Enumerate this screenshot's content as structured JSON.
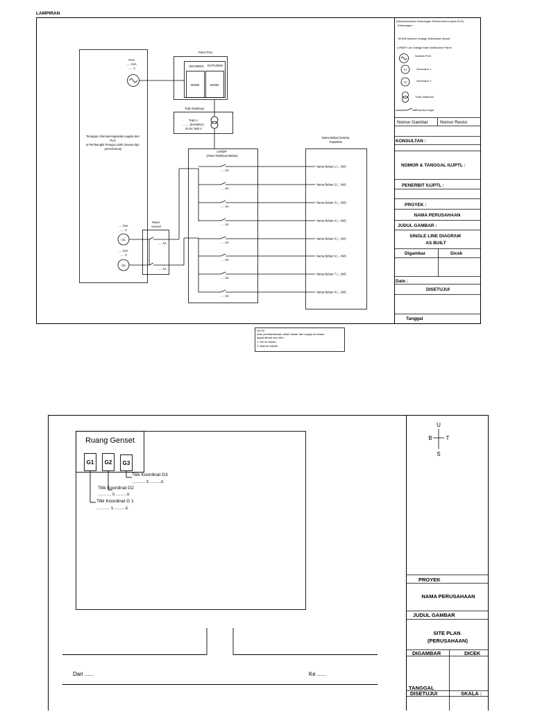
{
  "page1": {
    "heading": "LAMPIRAN",
    "info_box": [
      "Tentagan informasi kapasitas supplai dari",
      "PLN",
      "& Pembangkit Tenaga Listrik (Sesuai dgn",
      "permohonan)"
    ],
    "pln_label": [
      "PLN",
      "..... kVA",
      "..... V"
    ],
    "panel_pln_title": "Panel PLN",
    "incoming": "INCOMING",
    "outgoing": "OUTGOING",
    "mvdb": "MVDB",
    "trafo_title": "Trafo Distribusi",
    "trafo_lines": [
      "Trafo 1",
      "........ (kVA/MVA)",
      "20 kV /380 V"
    ],
    "lvmdp_lines": [
      "LVMDP",
      "(Panel Distribusi Beban)"
    ],
    "load_header": [
      "Nama Beban beserta",
      "kapasitas"
    ],
    "loads": [
      "Nama Beban 1 (... kW)",
      "Nama Beban 2 (... kW)",
      "Nama Beban 3 (... kW)",
      "Nama Beban 4 (... kW)",
      "Nama Beban 5 (... kW)",
      "Nama Beban 6 (... kW)",
      "Nama Beban 7 (... kW)",
      "Nama Beban 8 (... kW)"
    ],
    "breaker": "..... kA",
    "panel_genset": [
      "Panel",
      "Genset"
    ],
    "gen_rating": [
      "..... kVA",
      "..... V"
    ],
    "g1": "G1",
    "g2": "G2",
    "legend_header": [
      "(Mencantumkan Keterangan Simbol-simbol pada SLD)",
      "Keterangan :"
    ],
    "legend_mvdb": "MVDB   Medium Voltage Distribution Board",
    "legend_lvmdp": "LVMDP   Low Voltage Main Distribution Panel",
    "legend_items": [
      "Sumber PLN",
      "Generator 1",
      "Generator 2",
      "Trafo Distribusi",
      "Pemutus Daya"
    ],
    "nomor_gambar": "Nomor Gambar",
    "nomor_revisi": "Nomor Revisi",
    "konsultan": "KONSULTAN :",
    "nomor_tanggal": "NOMOR & TANGGAL IUJPTL :",
    "penerbit": "PENERBIT IUJPTL :",
    "proyek": "PROYEK :",
    "nama_perusahaan": "NAMA PERUSAHAAN",
    "judul_gambar": "JUDUL GAMBAR :",
    "judul_value": [
      "SINGLE LINE DIAGRAM",
      "AS BUILT"
    ],
    "digambar": "Digambar",
    "dicek": "Dicek",
    "date": "Date :",
    "disetujui": "DISETUJUI",
    "tanggal": "Tanggal",
    "note": [
      "NOTE:",
      "Arah pendistribusian aliran beban dari supply ke beban",
      "dapat dibuat dari oleh :",
      "1. Kiri ke kanan",
      "2. Atas ke bawah"
    ]
  },
  "page2": {
    "room_title": "Ruang Genset",
    "generators": [
      "G1",
      "G2",
      "G3"
    ],
    "coords": [
      {
        "label": "Titik Koordinat G3",
        "value": ".............. S ............E"
      },
      {
        "label": "Titik Koordinat G2",
        "value": ".............. S ............E"
      },
      {
        "label": "Titik Koordinat G 1",
        "value": ".............. S ............E"
      }
    ],
    "compass": {
      "n": "U",
      "w": "B",
      "e": "T",
      "s": "S"
    },
    "proyek": "PROYEK",
    "nama_perusahaan": "NAMA PERUSAHAAN",
    "judul_gambar": "JUDUL GAMBAR",
    "judul_value": [
      "SITE PLAN",
      "(PERUSAHAAN)"
    ],
    "digambar": "DIGAMBAR",
    "dicek": "DICEK",
    "tanggal": "TANGGAL",
    "disetujui": "DISETUJUI",
    "skala": "SKALA :",
    "dari": "Dari ......",
    "ke": "Ke ......"
  }
}
